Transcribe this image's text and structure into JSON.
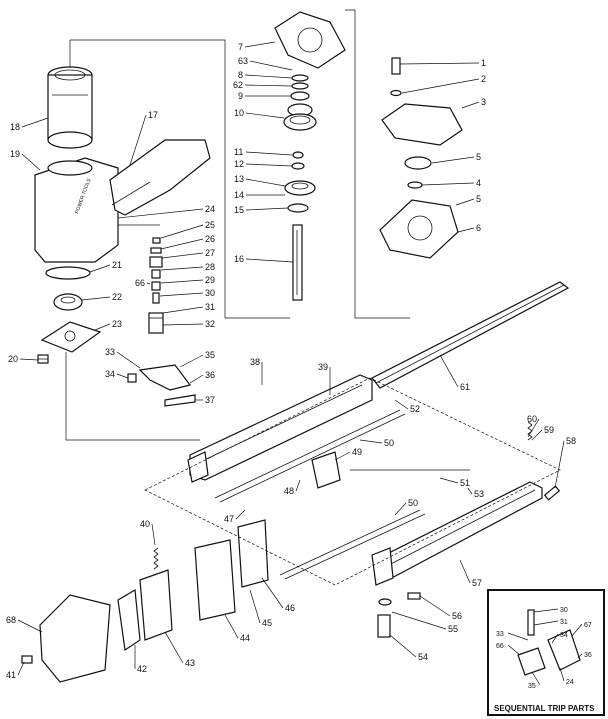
{
  "callouts": [
    {
      "id": "p1",
      "label": "1"
    },
    {
      "id": "p2",
      "label": "2"
    },
    {
      "id": "p3",
      "label": "3"
    },
    {
      "id": "p5a",
      "label": "5"
    },
    {
      "id": "p4",
      "label": "4"
    },
    {
      "id": "p5b",
      "label": "5"
    },
    {
      "id": "p6",
      "label": "6"
    },
    {
      "id": "p7",
      "label": "7"
    },
    {
      "id": "p63",
      "label": "63"
    },
    {
      "id": "p8",
      "label": "8"
    },
    {
      "id": "p62",
      "label": "62"
    },
    {
      "id": "p9",
      "label": "9"
    },
    {
      "id": "p10",
      "label": "10"
    },
    {
      "id": "p11",
      "label": "11"
    },
    {
      "id": "p12",
      "label": "12"
    },
    {
      "id": "p13",
      "label": "13"
    },
    {
      "id": "p14",
      "label": "14"
    },
    {
      "id": "p15",
      "label": "15"
    },
    {
      "id": "p16",
      "label": "16"
    },
    {
      "id": "p18",
      "label": "18"
    },
    {
      "id": "p17",
      "label": "17"
    },
    {
      "id": "p19",
      "label": "19"
    },
    {
      "id": "p24",
      "label": "24"
    },
    {
      "id": "p25",
      "label": "25"
    },
    {
      "id": "p26",
      "label": "26"
    },
    {
      "id": "p27",
      "label": "27"
    },
    {
      "id": "p28",
      "label": "28"
    },
    {
      "id": "p66a",
      "label": "66"
    },
    {
      "id": "p29",
      "label": "29"
    },
    {
      "id": "p30",
      "label": "30"
    },
    {
      "id": "p31",
      "label": "31"
    },
    {
      "id": "p32",
      "label": "32"
    },
    {
      "id": "p21",
      "label": "21"
    },
    {
      "id": "p22",
      "label": "22"
    },
    {
      "id": "p23",
      "label": "23"
    },
    {
      "id": "p20",
      "label": "20"
    },
    {
      "id": "p33",
      "label": "33"
    },
    {
      "id": "p35",
      "label": "35"
    },
    {
      "id": "p34",
      "label": "34"
    },
    {
      "id": "p36",
      "label": "36"
    },
    {
      "id": "p37",
      "label": "37"
    },
    {
      "id": "p38",
      "label": "38"
    },
    {
      "id": "p39",
      "label": "39"
    },
    {
      "id": "p61",
      "label": "61"
    },
    {
      "id": "p52",
      "label": "52"
    },
    {
      "id": "p60",
      "label": "60"
    },
    {
      "id": "p59",
      "label": "59"
    },
    {
      "id": "p58",
      "label": "58"
    },
    {
      "id": "p50a",
      "label": "50"
    },
    {
      "id": "p49",
      "label": "49"
    },
    {
      "id": "p51",
      "label": "51"
    },
    {
      "id": "p53",
      "label": "53"
    },
    {
      "id": "p48",
      "label": "48"
    },
    {
      "id": "p47",
      "label": "47"
    },
    {
      "id": "p50b",
      "label": "50"
    },
    {
      "id": "p57",
      "label": "57"
    },
    {
      "id": "p40",
      "label": "40"
    },
    {
      "id": "p46",
      "label": "46"
    },
    {
      "id": "p45",
      "label": "45"
    },
    {
      "id": "p44",
      "label": "44"
    },
    {
      "id": "p56",
      "label": "56"
    },
    {
      "id": "p55",
      "label": "55"
    },
    {
      "id": "p54",
      "label": "54"
    },
    {
      "id": "p68",
      "label": "68"
    },
    {
      "id": "p41",
      "label": "41"
    },
    {
      "id": "p42",
      "label": "42"
    },
    {
      "id": "p43",
      "label": "43"
    }
  ],
  "inset": {
    "title": "SEQUENTIAL TRIP PARTS",
    "callouts": [
      {
        "id": "i30",
        "label": "30"
      },
      {
        "id": "i31",
        "label": "31"
      },
      {
        "id": "i33",
        "label": "33"
      },
      {
        "id": "i34",
        "label": "34"
      },
      {
        "id": "i67",
        "label": "67"
      },
      {
        "id": "i66",
        "label": "66"
      },
      {
        "id": "i36",
        "label": "36"
      },
      {
        "id": "i35",
        "label": "35"
      },
      {
        "id": "i24",
        "label": "24"
      }
    ]
  },
  "housing_marking": "POWER TOOLS"
}
